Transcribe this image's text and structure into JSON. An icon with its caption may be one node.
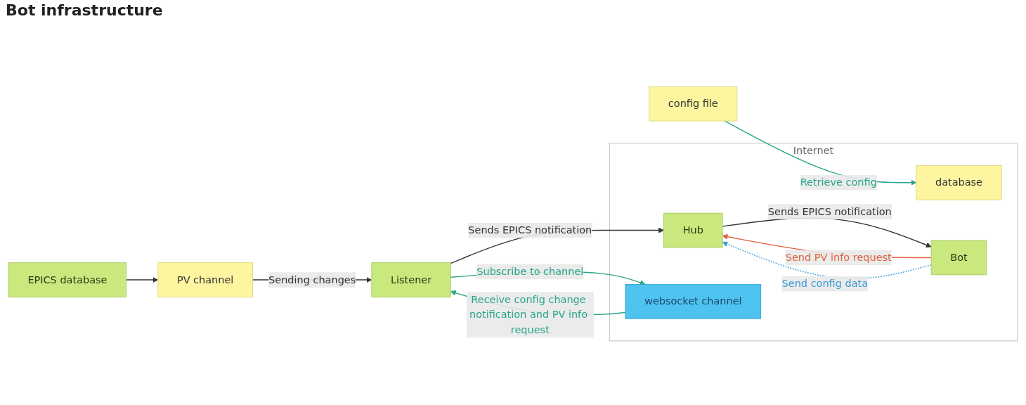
{
  "diagram": {
    "title": "Bot infrastructure",
    "nodes": [
      {
        "text": [
          "EPICS database"
        ]
      },
      {
        "text": [
          "PV channel"
        ]
      },
      {
        "text": [
          "config file"
        ]
      },
      {
        "text": [
          "Listener"
        ]
      },
      {
        "text": [
          "Internet"
        ]
      },
      {
        "text": [
          "database"
        ],
        "in": 4
      },
      {
        "text": [
          "Hub"
        ],
        "in": 4
      },
      {
        "text": [
          "websocket channel"
        ],
        "in": 4
      },
      {
        "text": [
          "Bot"
        ],
        "in": 4
      }
    ],
    "edges": [
      {
        "from": 0,
        "to": 1,
        "arrow": "to"
      },
      {
        "from": 1,
        "to": 3,
        "arrow": "to",
        "label": "Sending changes"
      },
      {
        "from": 2,
        "to": 5,
        "arrow": "to",
        "label": "Retrieve config",
        "color": "#2aa58a"
      },
      {
        "from": 3,
        "to": 6,
        "arrow": "to",
        "label": "Sends EPICS notification"
      },
      {
        "from": 3,
        "to": 7,
        "arrow": "to",
        "label": "Subscribe to channel",
        "color": "#2aa58a"
      },
      {
        "from": 7,
        "to": 3,
        "arrow": "to",
        "label": "Receive config change notification and PV info request",
        "color": "#2aa58a"
      },
      {
        "from": 6,
        "to": 8,
        "arrow": "to",
        "label": "Sends EPICS notification"
      },
      {
        "from": 8,
        "to": 6,
        "arrow": "to",
        "label": "Send PV info request",
        "color": "#e0603f"
      },
      {
        "from": 8,
        "to": 6,
        "arrow": "to",
        "label": "Send config data",
        "style": "dashed",
        "color": "#3a9bd8"
      }
    ]
  }
}
